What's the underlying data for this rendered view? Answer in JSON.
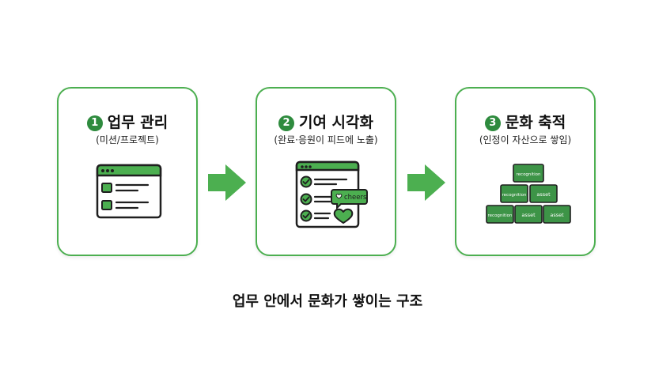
{
  "cards": [
    {
      "number": "1",
      "title": "업무 관리",
      "subtitle": "(미션/프로젝트)"
    },
    {
      "number": "2",
      "title": "기여 시각화",
      "subtitle": "(완료·응원이 피드에 노출)",
      "bubble_label": "cheers"
    },
    {
      "number": "3",
      "title": "문화 축적",
      "subtitle": "(인정이 자산으로 쌓임)",
      "blocks": {
        "top": "recognition",
        "middle_left": "recognition",
        "middle_right": "asset",
        "bottom_left": "recognition",
        "bottom_middle": "asset",
        "bottom_right": "asset"
      }
    }
  ],
  "caption": "업무 안에서 문화가 쌓이는 구조",
  "colors": {
    "accent": "#4caf50",
    "dark_green": "#2e8b3e",
    "block_green": "#3d9447",
    "outline": "#1f1f1f"
  },
  "icons": {
    "card1": "browser-window-checklist-icon",
    "card2": "checklist-with-cheers-bubble-icon",
    "card3": "stacked-blocks-icon",
    "arrows": "right-arrow-icon"
  }
}
